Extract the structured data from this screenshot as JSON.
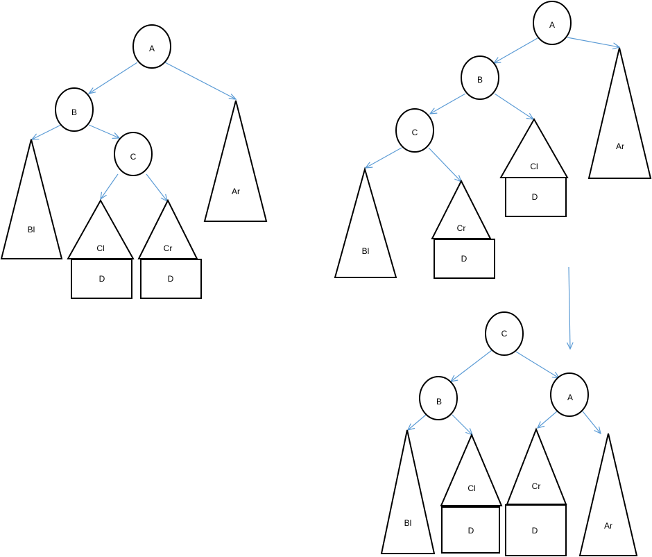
{
  "diagram": {
    "colors": {
      "arrow": "#5b9bd5",
      "stroke": "#000000",
      "fill": "#ffffff"
    },
    "trees": [
      {
        "id": "tree-original",
        "nodes": [
          {
            "id": "A",
            "label": "A"
          },
          {
            "id": "B",
            "label": "B"
          },
          {
            "id": "C",
            "label": "C"
          }
        ],
        "subtrees": [
          {
            "id": "Bl",
            "label": "Bl"
          },
          {
            "id": "Cl",
            "label": "Cl"
          },
          {
            "id": "Cr",
            "label": "Cr"
          },
          {
            "id": "Ar",
            "label": "Ar"
          }
        ],
        "boxes": [
          {
            "id": "D1",
            "label": "D"
          },
          {
            "id": "D2",
            "label": "D"
          }
        ]
      },
      {
        "id": "tree-after-first-rotation",
        "nodes": [
          {
            "id": "A",
            "label": "A"
          },
          {
            "id": "B",
            "label": "B"
          },
          {
            "id": "C",
            "label": "C"
          }
        ],
        "subtrees": [
          {
            "id": "Bl",
            "label": "Bl"
          },
          {
            "id": "Cr",
            "label": "Cr"
          },
          {
            "id": "Cl",
            "label": "Cl"
          },
          {
            "id": "Ar",
            "label": "Ar"
          }
        ],
        "boxes": [
          {
            "id": "D1",
            "label": "D"
          },
          {
            "id": "D2",
            "label": "D"
          }
        ]
      },
      {
        "id": "tree-balanced",
        "nodes": [
          {
            "id": "C",
            "label": "C"
          },
          {
            "id": "B",
            "label": "B"
          },
          {
            "id": "A",
            "label": "A"
          }
        ],
        "subtrees": [
          {
            "id": "Bl",
            "label": "Bl"
          },
          {
            "id": "Cl",
            "label": "Cl"
          },
          {
            "id": "Cr",
            "label": "Cr"
          },
          {
            "id": "Ar",
            "label": "Ar"
          }
        ],
        "boxes": [
          {
            "id": "D1",
            "label": "D"
          },
          {
            "id": "D2",
            "label": "D"
          }
        ]
      }
    ]
  }
}
